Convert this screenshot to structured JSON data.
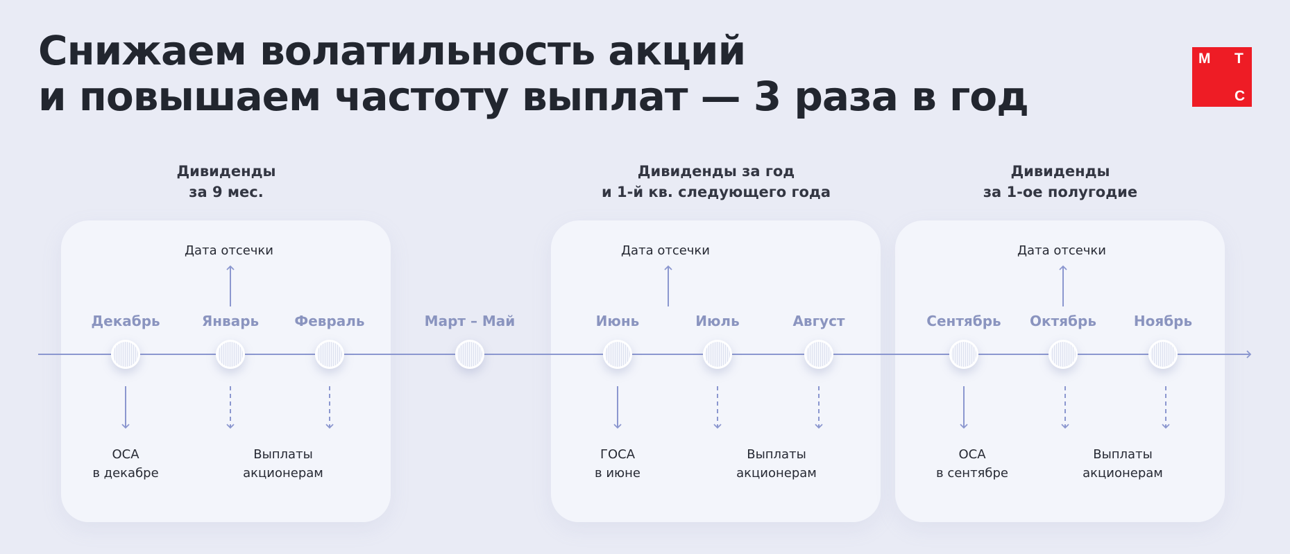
{
  "title": {
    "line1": "Снижаем волатильность акций",
    "line2": "и повышаем частоту выплат — 3 раза в год"
  },
  "logo": {
    "l1": "М",
    "l2": "Т",
    "l3": "С",
    "color": "#ee1c25"
  },
  "groups": [
    {
      "line1": "Дивиденды",
      "line2": "за 9 мес."
    },
    {
      "line1": "Дивиденды за год",
      "line2": "и 1-й кв. следующего года"
    },
    {
      "line1": "Дивиденды",
      "line2": "за 1-ое полугодие"
    }
  ],
  "months": [
    "Декабрь",
    "Январь",
    "Февраль",
    "Март – Май",
    "Июнь",
    "Июль",
    "Август",
    "Сентябрь",
    "Октябрь",
    "Ноябрь"
  ],
  "record_date_label": "Дата отсечки",
  "events": {
    "osa_dec": {
      "line1": "ОСА",
      "line2": "в декабре"
    },
    "gosa_jun": {
      "line1": "ГОСА",
      "line2": "в июне"
    },
    "osa_sep": {
      "line1": "ОСА",
      "line2": "в сентябре"
    },
    "payout": {
      "line1": "Выплаты",
      "line2": "акционерам"
    }
  },
  "colors": {
    "timeline": "#8b97cf",
    "month_text": "#8a94bf"
  }
}
